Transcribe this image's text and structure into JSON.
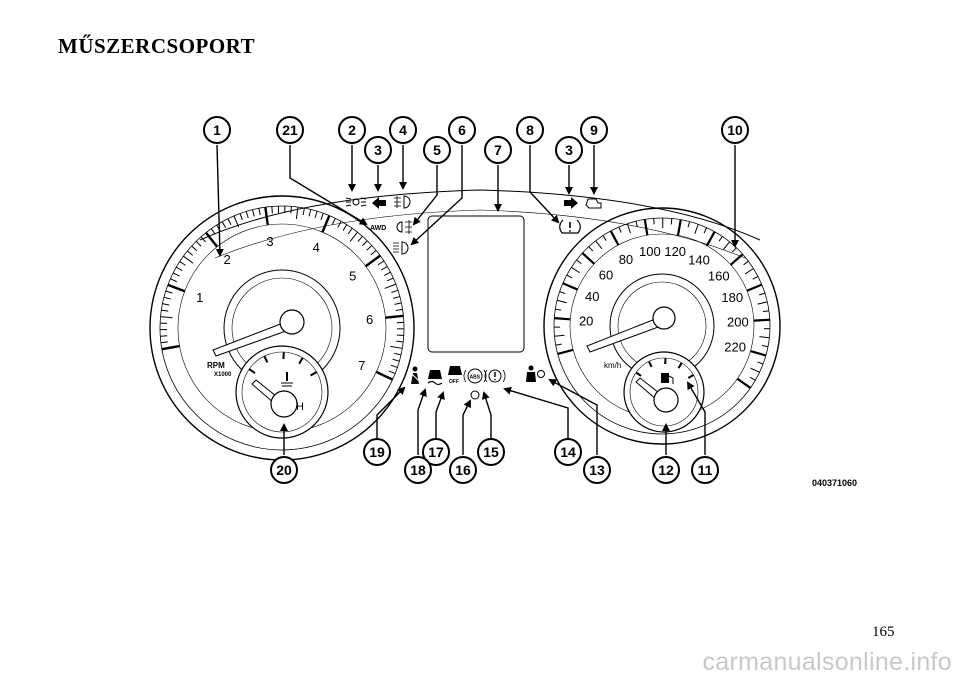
{
  "page": {
    "title": "MŰSZERCSOPORT",
    "figure_code": "040371060",
    "page_number": "165",
    "watermark": "carmanualsonline.info"
  },
  "cluster": {
    "tachometer": {
      "numbers": [
        "1",
        "2",
        "3",
        "4",
        "5",
        "6",
        "7"
      ],
      "unit_label": "RPM",
      "multiplier": "X1000"
    },
    "speedometer": {
      "numbers": [
        "20",
        "40",
        "60",
        "80",
        "100",
        "120",
        "140",
        "160",
        "180",
        "200",
        "220"
      ],
      "unit_label": "km/h"
    },
    "temp_gauge": {
      "mark": "H"
    },
    "indicators": {
      "awd": "AWD",
      "abs": "ABS",
      "esc_off": "OFF"
    }
  },
  "callouts": [
    "1",
    "2",
    "3",
    "4",
    "5",
    "6",
    "7",
    "8",
    "9",
    "10",
    "11",
    "12",
    "13",
    "14",
    "15",
    "16",
    "17",
    "18",
    "19",
    "20",
    "21"
  ],
  "colors": {
    "ink": "#000000",
    "watermark": "#c8c8c8",
    "background": "#ffffff"
  },
  "icons": [
    "sidelight-icon",
    "turn-left-arrow-icon",
    "fog-light-icon",
    "rear-fog-icon",
    "high-beam-icon",
    "awd-indicator",
    "tire-pressure-icon",
    "turn-right-arrow-icon",
    "check-engine-icon",
    "fuel-pump-icon",
    "airbag-icon",
    "brake-warning-icon",
    "abs-icon",
    "cruise-light-icon",
    "esc-off-icon",
    "esc-icon",
    "seatbelt-icon",
    "coolant-temp-icon"
  ]
}
